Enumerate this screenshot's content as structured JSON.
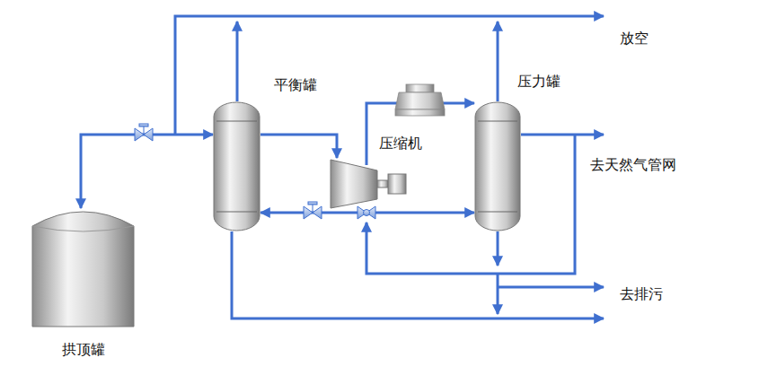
{
  "diagram": {
    "nodes": [
      {
        "text": [
          "拱顶罐"
        ]
      },
      {
        "text": [
          "平衡罐"
        ]
      },
      {
        "text": [
          "压缩机"
        ]
      },
      {
        "text": [
          "压力罐"
        ]
      }
    ],
    "edges": [
      {
        "from": 0,
        "to": 1,
        "arrow": "both"
      },
      {
        "from": 1,
        "to": 2,
        "arrow": "to"
      },
      {
        "from": 2,
        "to": 3,
        "arrow": "to"
      },
      {
        "from": 1,
        "to": 3,
        "arrow": "both"
      }
    ],
    "labels": [
      "放空",
      "去天然气管网",
      "去排污"
    ]
  }
}
